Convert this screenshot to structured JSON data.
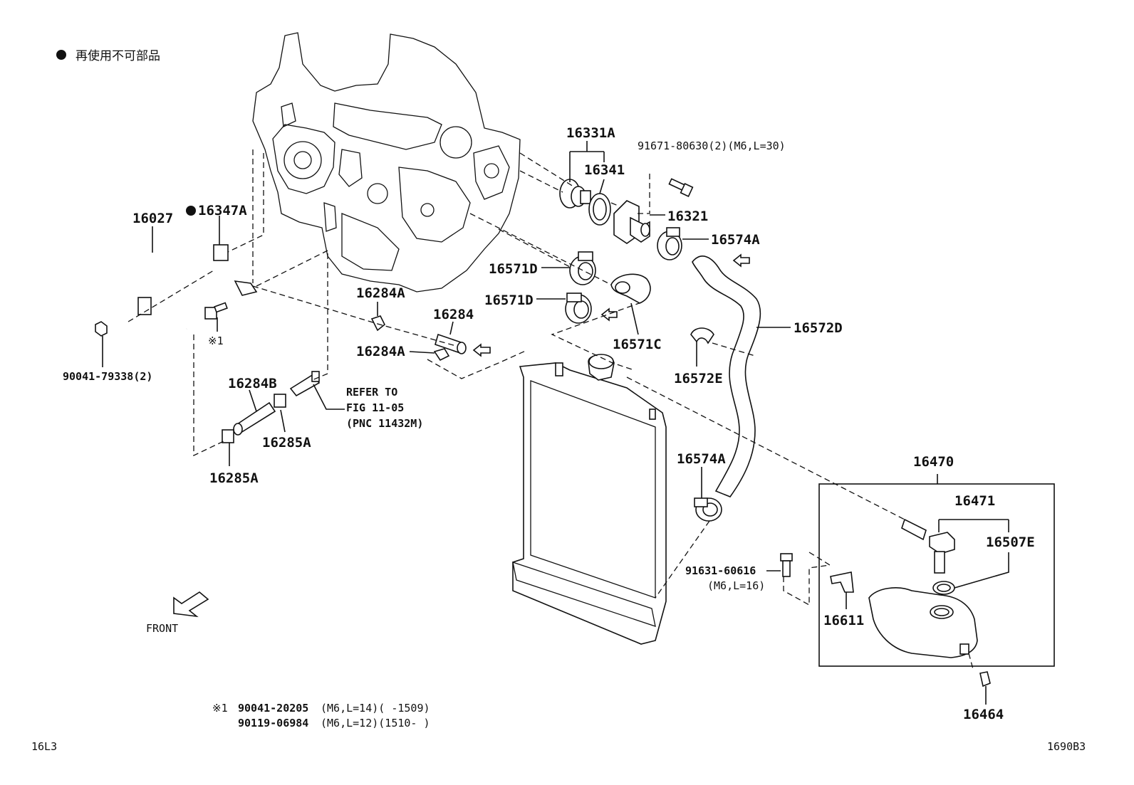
{
  "legend": {
    "bullet_text": "再使用不可部品"
  },
  "labels": {
    "p16331A": "16331A",
    "p16341": "16341",
    "p91671": "91671-80630(2)(M6,L=30)",
    "p16321": "16321",
    "p16574A_top": "16574A",
    "p16571D_1": "16571D",
    "p16571D_2": "16571D",
    "p16571C": "16571C",
    "p16572D": "16572D",
    "p16572E": "16572E",
    "p16027": "16027",
    "p16347A": "16347A",
    "p16284A_1": "16284A",
    "p16284": "16284",
    "p16284A_2": "16284A",
    "p90041_79338": "90041-79338(2)",
    "mark1": "※1",
    "p16284B": "16284B",
    "p16285A_1": "16285A",
    "p16285A_2": "16285A",
    "refer_1": "REFER TO",
    "refer_2": "FIG 11-05",
    "refer_3": "(PNC 11432M)",
    "p16574A_low": "16574A",
    "p16470": "16470",
    "p16471": "16471",
    "p16507E": "16507E",
    "p91631": "91631-60616",
    "p91631_spec": "(M6,L=16)",
    "p16611": "16611",
    "p16464": "16464",
    "front": "FRONT"
  },
  "footnote": {
    "mark": "※1",
    "line1_part": "90041-20205",
    "line1_spec": "(M6,L=14)(      -1509)",
    "line2_part": "90119-06984",
    "line2_spec": "(M6,L=12)(1510-      )"
  },
  "corners": {
    "bottom_left": "16L3",
    "bottom_right": "1690B3"
  }
}
